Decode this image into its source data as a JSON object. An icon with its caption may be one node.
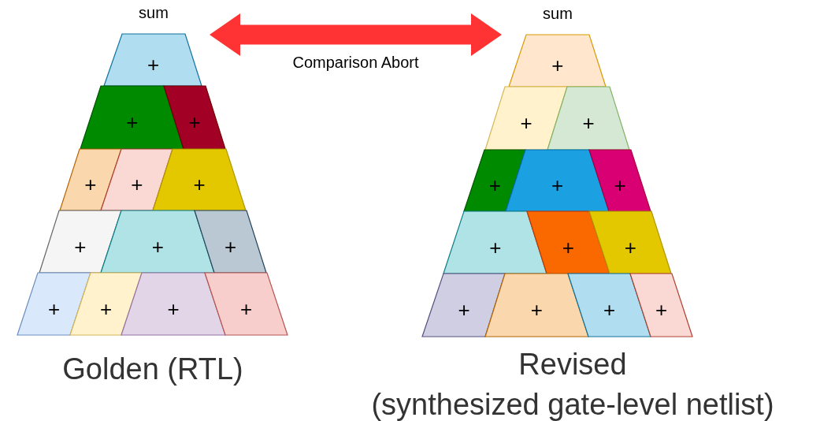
{
  "diagram": {
    "nodes": [
      {
        "text": [
          "+"
        ],
        "beside": [
          "sum"
        ]
      },
      {
        "text": [
          "+"
        ]
      },
      {
        "text": [
          "+"
        ]
      },
      {
        "text": [
          "+"
        ]
      },
      {
        "text": [
          "+"
        ]
      },
      {
        "text": [
          "+"
        ]
      },
      {
        "text": [
          "+"
        ]
      },
      {
        "text": [
          "+"
        ]
      },
      {
        "text": [
          "+"
        ]
      },
      {
        "text": [
          "+"
        ]
      },
      {
        "text": [
          "+"
        ]
      },
      {
        "text": [
          "+"
        ]
      },
      {
        "text": [
          "+"
        ]
      },
      {
        "text": [
          "+"
        ],
        "beside": [
          "sum"
        ]
      },
      {
        "text": [
          "+"
        ]
      },
      {
        "text": [
          "+"
        ]
      },
      {
        "text": [
          "+"
        ]
      },
      {
        "text": [
          "+"
        ]
      },
      {
        "text": [
          "+"
        ]
      },
      {
        "text": [
          "+"
        ]
      },
      {
        "text": [
          "+"
        ]
      },
      {
        "text": [
          "+"
        ]
      },
      {
        "text": [
          "+"
        ]
      },
      {
        "text": [
          "+"
        ]
      },
      {
        "text": [
          "+"
        ]
      },
      {
        "text": [
          "+"
        ]
      }
    ],
    "edges": [
      {
        "from": 0,
        "to": 13,
        "arrow": "both",
        "label": "Comparison Abort",
        "color": "#ff3333"
      }
    ],
    "labels": [
      "Golden (RTL)",
      "Revised (synthesized gate-level netlist)"
    ]
  }
}
